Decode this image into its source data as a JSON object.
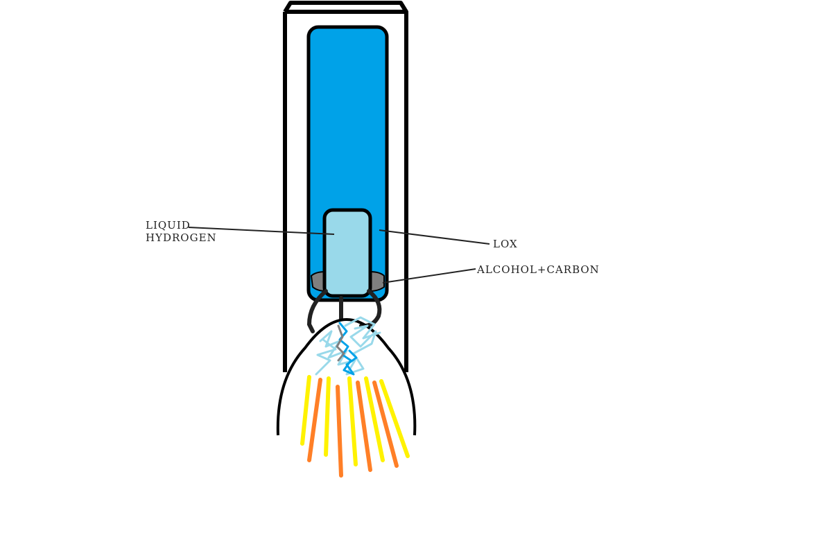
{
  "labels": {
    "liquid_hydrogen_line1": "LIQUID",
    "liquid_hydrogen_line2": "HYDROGEN",
    "lox": "LOX",
    "alcohol_carbon": "ALCOHOL+CARBON"
  },
  "colors": {
    "outline": "#000000",
    "lox_tank": "#00a2e8",
    "hydrogen_tank": "#99d9ea",
    "alcohol_carbon_ring": "#7f7f7f",
    "flame_yellow": "#fff200",
    "flame_orange": "#ff7f27",
    "mixing_light_blue": "#99d9ea",
    "mixing_dark_blue": "#00a2e8",
    "mixing_gray": "#7f7f7f"
  }
}
